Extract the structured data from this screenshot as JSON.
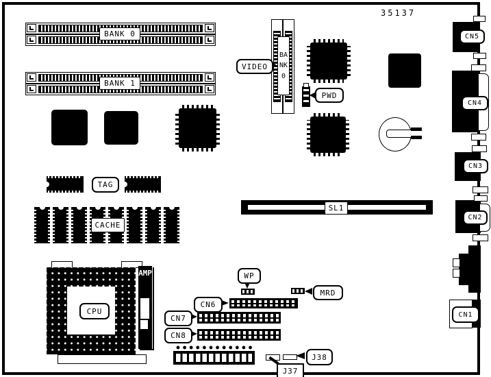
{
  "part_number": "35137",
  "memory": {
    "bank0_label": "BANK 0",
    "bank1_label": "BANK 1"
  },
  "video_memory": {
    "callout": "VIDEO",
    "bank_label": "BANK0"
  },
  "jumpers": {
    "pwd": "PWD",
    "wp": "WP",
    "mrd": "MRD"
  },
  "cache": {
    "tag_label": "TAG",
    "cache_label": "CACHE"
  },
  "expansion_slot": {
    "sl1": "SL1"
  },
  "cpu_area": {
    "cpu": "CPU",
    "amp": "AMP"
  },
  "headers": {
    "cn6": "CN6",
    "cn7": "CN7",
    "cn8": "CN8"
  },
  "rear_io": {
    "cn1": "CN1",
    "cn2": "CN2",
    "cn3": "CN3",
    "cn4": "CN4",
    "cn5": "CN5"
  },
  "bottom_jumpers": {
    "j37": "J37",
    "j38": "J38"
  }
}
